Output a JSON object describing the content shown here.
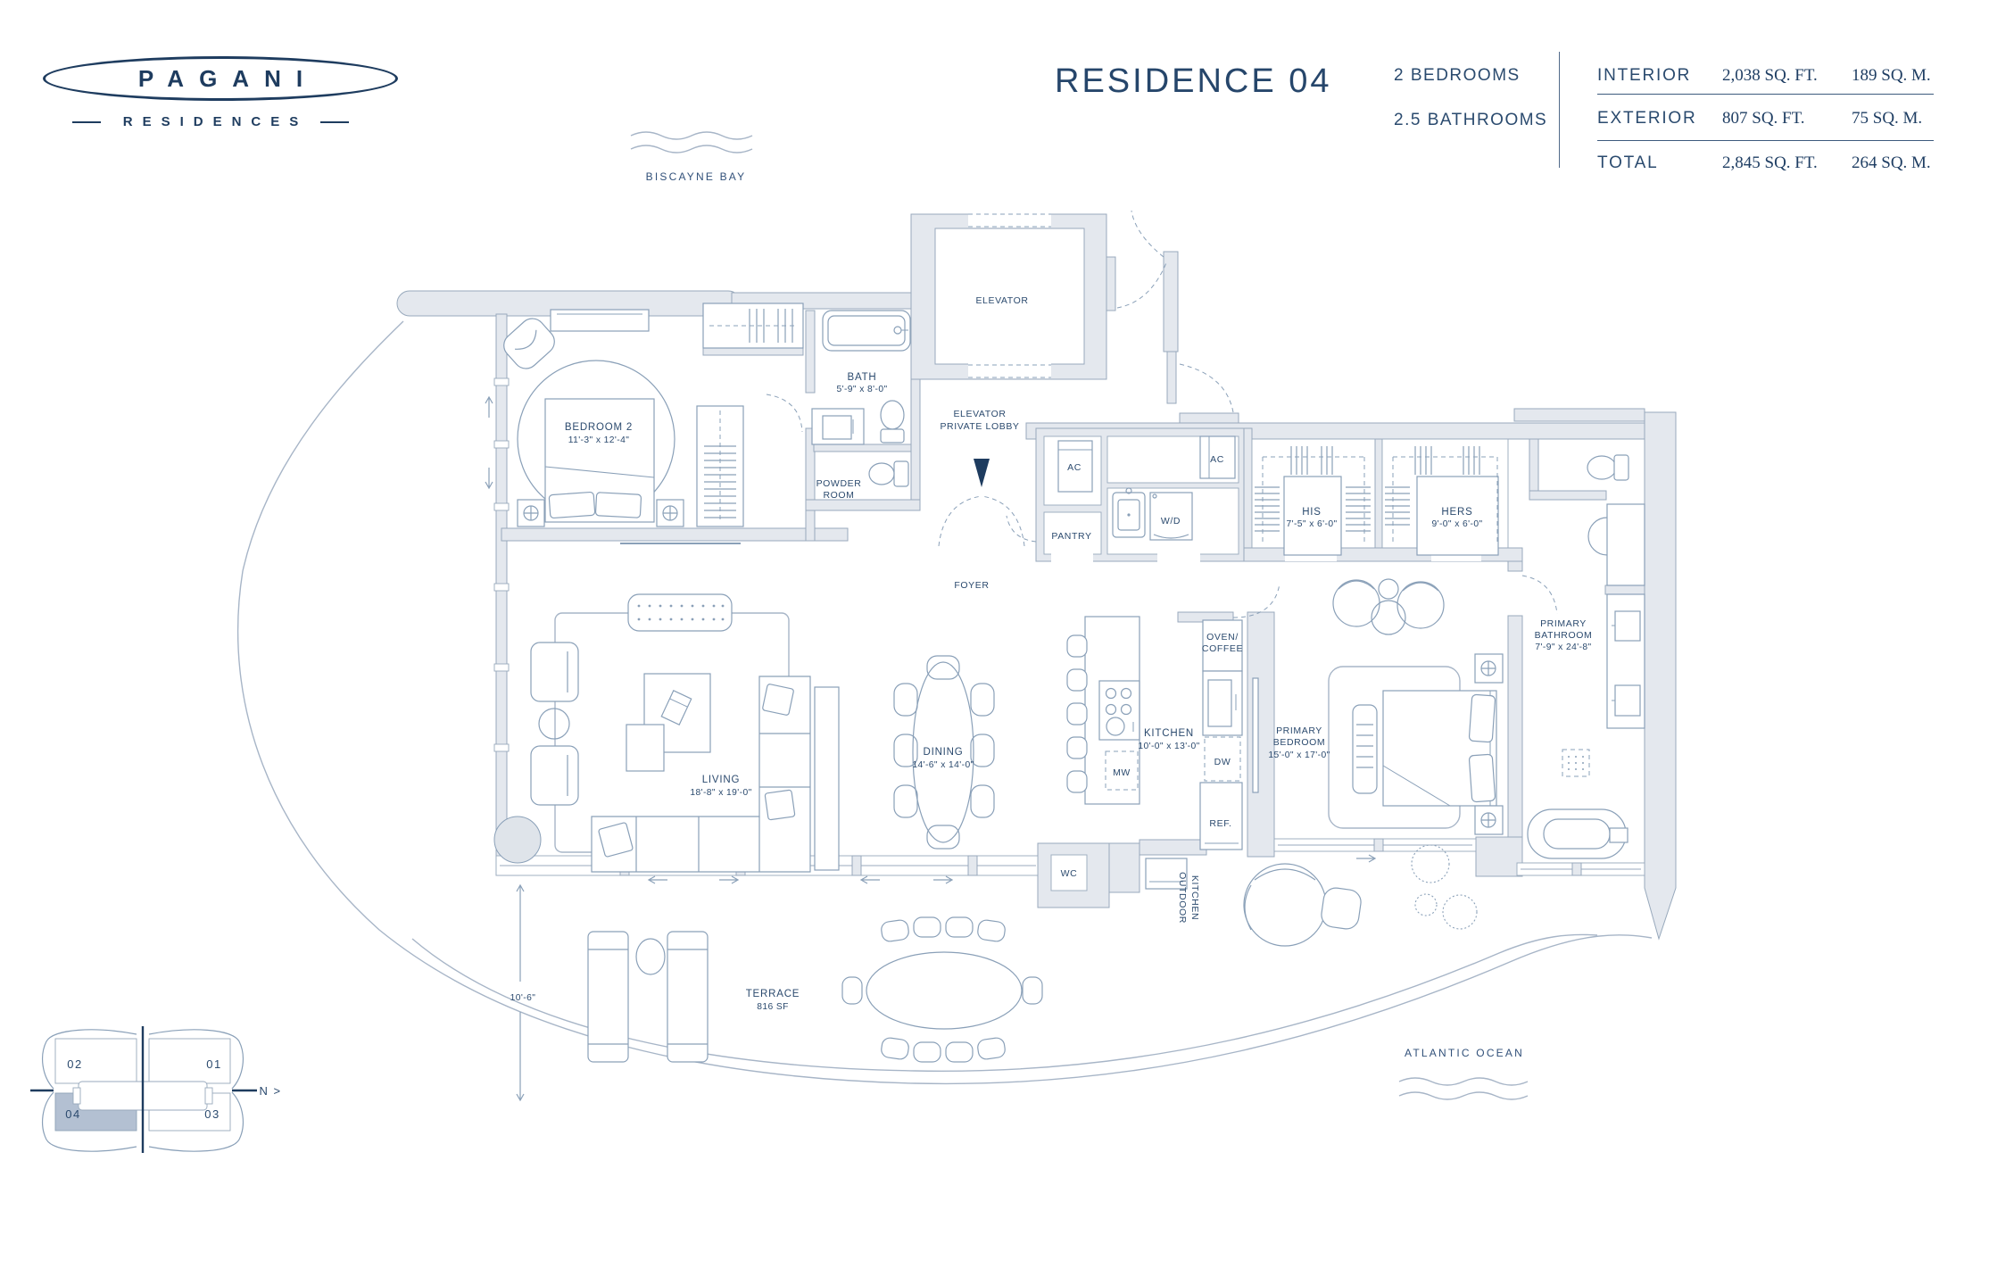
{
  "brand": {
    "name": "PAGANI",
    "sub": "RESIDENCES"
  },
  "header": {
    "title": "RESIDENCE 04",
    "bedrooms": "2 BEDROOMS",
    "bathrooms": "2.5 BATHROOMS",
    "area_rows": [
      {
        "label": "INTERIOR",
        "sqft": "2,038 SQ. FT.",
        "sqm": "189 SQ. M."
      },
      {
        "label": "EXTERIOR",
        "sqft": "807 SQ. FT.",
        "sqm": "75 SQ. M."
      },
      {
        "label": "TOTAL",
        "sqft": "2,845 SQ. FT.",
        "sqm": "264 SQ. M."
      }
    ]
  },
  "environment": {
    "bay": "BISCAYNE BAY",
    "ocean": "ATLANTIC OCEAN",
    "compass": "N >"
  },
  "rooms": {
    "elevator": {
      "label": "ELEVATOR"
    },
    "lobby": {
      "line1": "ELEVATOR",
      "line2": "PRIVATE LOBBY"
    },
    "bedroom2": {
      "name": "BEDROOM 2",
      "dims": "11'-3\" x 12'-4\""
    },
    "bath": {
      "name": "BATH",
      "dims": "5'-9\" x 8'-0\""
    },
    "powder": {
      "line1": "POWDER",
      "line2": "ROOM"
    },
    "ac1": {
      "label": "AC"
    },
    "ac2": {
      "label": "AC"
    },
    "pantry": {
      "label": "PANTRY"
    },
    "wd": {
      "label": "W/D"
    },
    "his": {
      "name": "HIS",
      "dims": "7'-5\" x 6'-0\""
    },
    "hers": {
      "name": "HERS",
      "dims": "9'-0\" x 6'-0\""
    },
    "primary_bath": {
      "line1": "PRIMARY",
      "line2": "BATHROOM",
      "dims": "7'-9\" x 24'-8\""
    },
    "foyer": {
      "label": "FOYER"
    },
    "living": {
      "name": "LIVING",
      "dims": "18'-8\" x 19'-0\""
    },
    "dining": {
      "name": "DINING",
      "dims": "14'-6\" x 14'-0\""
    },
    "kitchen": {
      "name": "KITCHEN",
      "dims": "10'-0\" x 13'-0\""
    },
    "oven": {
      "line1": "OVEN/",
      "line2": "COFFEE"
    },
    "mw": {
      "label": "MW"
    },
    "dw": {
      "label": "DW"
    },
    "ref": {
      "label": "REF."
    },
    "primary_bedroom": {
      "line1": "PRIMARY",
      "line2": "BEDROOM",
      "dims": "15'-0\" x 17'-0\""
    },
    "wc": {
      "label": "WC"
    },
    "outdoor_kitchen": {
      "line1": "OUTDOOR",
      "line2": "KITCHEN"
    },
    "terrace": {
      "name": "TERRACE",
      "area": "816 SF"
    }
  },
  "dimensions": {
    "terrace_depth": "10'-6\""
  },
  "keyplan": {
    "u01": "01",
    "u02": "02",
    "u03": "03",
    "u04": "04"
  },
  "colors": {
    "navy": "#1e3c5f",
    "wall": "#e4e8ee",
    "line": "#8fa3b8",
    "shade": "#b3c0d2"
  }
}
